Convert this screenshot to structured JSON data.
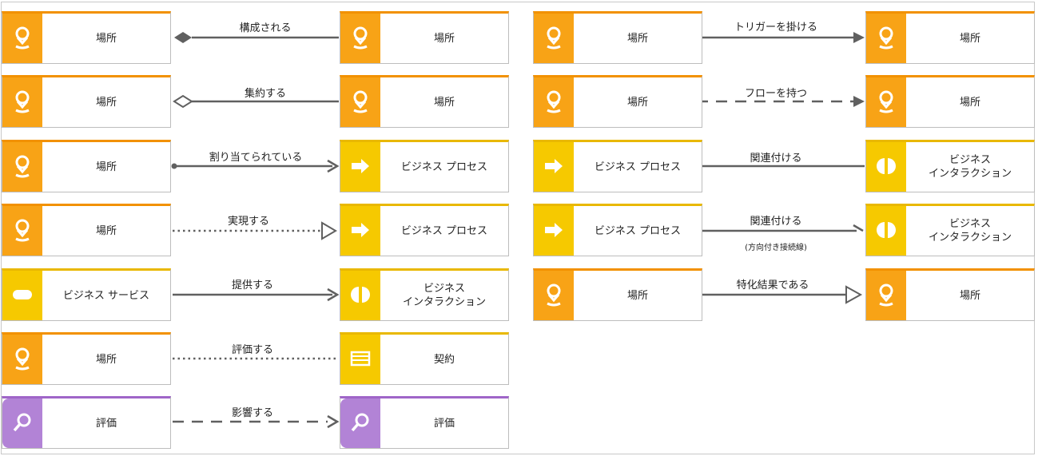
{
  "colors": {
    "location": "#f8a316",
    "business": "#f6c900",
    "assessment": "#b283d6",
    "line": "#606060"
  },
  "elements": {
    "location": {
      "label": "場所",
      "icon": "location-pin-icon"
    },
    "business_process": {
      "label": "ビジネス プロセス",
      "icon": "arrow-right-icon"
    },
    "business_service": {
      "label": "ビジネス サービス",
      "icon": "pill-icon"
    },
    "business_interaction": {
      "label": "ビジネス\nインタラクション",
      "icon": "split-circle-icon"
    },
    "contract": {
      "label": "契約",
      "icon": "contract-icon"
    },
    "assessment": {
      "label": "評価",
      "icon": "magnifier-icon"
    }
  },
  "relations": {
    "composed": "構成される",
    "aggregates": "集約する",
    "assigned": "割り当てられている",
    "realizes": "実現する",
    "serves": "提供する",
    "accesses": "評価する",
    "influences": "影響する",
    "triggers": "トリガーを掛ける",
    "flow": "フローを持つ",
    "associates": "関連付ける",
    "associates_directed": "関連付ける",
    "associates_directed_note": "(方向付き接続線)",
    "specializes": "特化結果である"
  }
}
